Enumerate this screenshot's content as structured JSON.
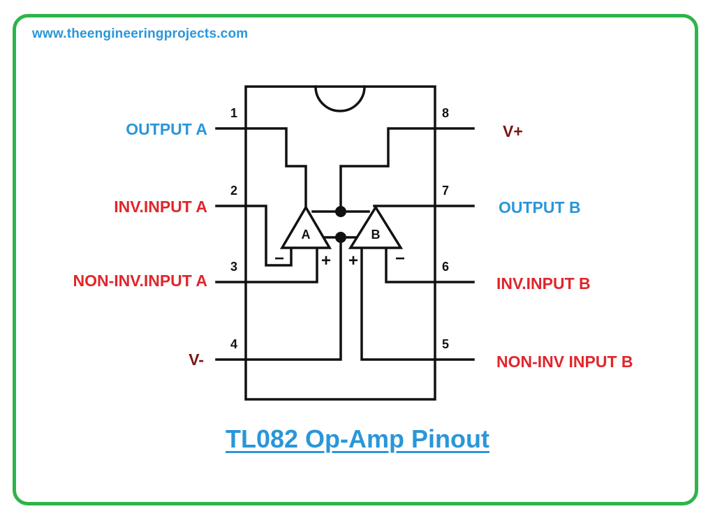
{
  "site_url": "www.theengineeringprojects.com",
  "title": "TL082 Op-Amp Pinout",
  "colors": {
    "frame": "#2db44a",
    "blue_label": "#2a96d9",
    "red_label": "#e0262b",
    "maroon_label": "#7a1616",
    "line": "#111111"
  },
  "pins": {
    "p1": {
      "number": "1",
      "label": "OUTPUT A"
    },
    "p2": {
      "number": "2",
      "label": "INV.INPUT A"
    },
    "p3": {
      "number": "3",
      "label": "NON-INV.INPUT A"
    },
    "p4": {
      "number": "4",
      "label": "V-"
    },
    "p5": {
      "number": "5",
      "label": "NON-INV INPUT B"
    },
    "p6": {
      "number": "6",
      "label": "INV.INPUT B"
    },
    "p7": {
      "number": "7",
      "label": "OUTPUT B"
    },
    "p8": {
      "number": "8",
      "label": "V+"
    }
  },
  "opamps": {
    "a": {
      "label": "A",
      "minus": "−",
      "plus": "+"
    },
    "b": {
      "label": "B",
      "minus": "−",
      "plus": "+"
    }
  }
}
